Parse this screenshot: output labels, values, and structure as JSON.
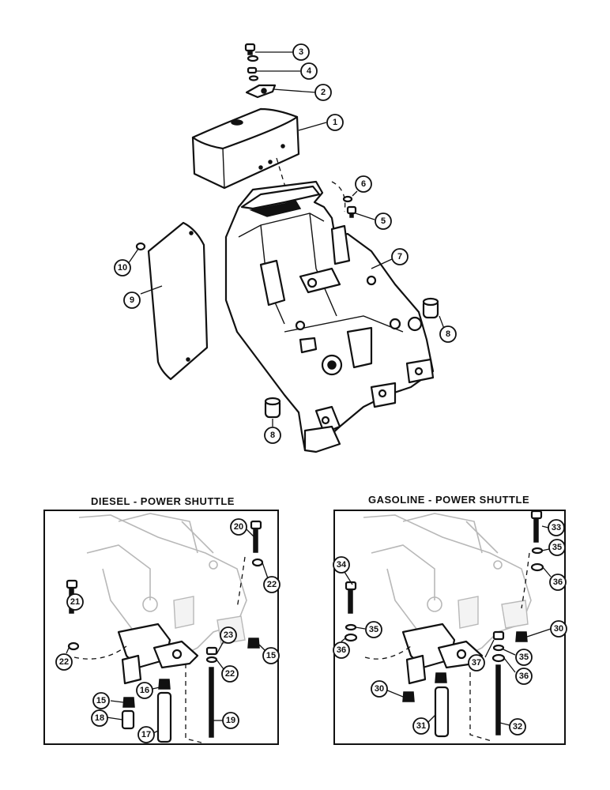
{
  "inset_titles": {
    "diesel": "DIESEL - POWER SHUTTLE",
    "gasoline": "GASOLINE - POWER SHUTTLE"
  },
  "callouts_main": [
    "3",
    "4",
    "2",
    "1",
    "6",
    "5",
    "7",
    "10",
    "9",
    "8",
    "8"
  ],
  "callouts_diesel": [
    "20",
    "22",
    "21",
    "22",
    "23",
    "15",
    "22",
    "16",
    "15",
    "18",
    "17",
    "19"
  ],
  "callouts_gasoline": [
    "33",
    "35",
    "34",
    "36",
    "35",
    "36",
    "30",
    "37",
    "35",
    "36",
    "30",
    "31",
    "32"
  ]
}
